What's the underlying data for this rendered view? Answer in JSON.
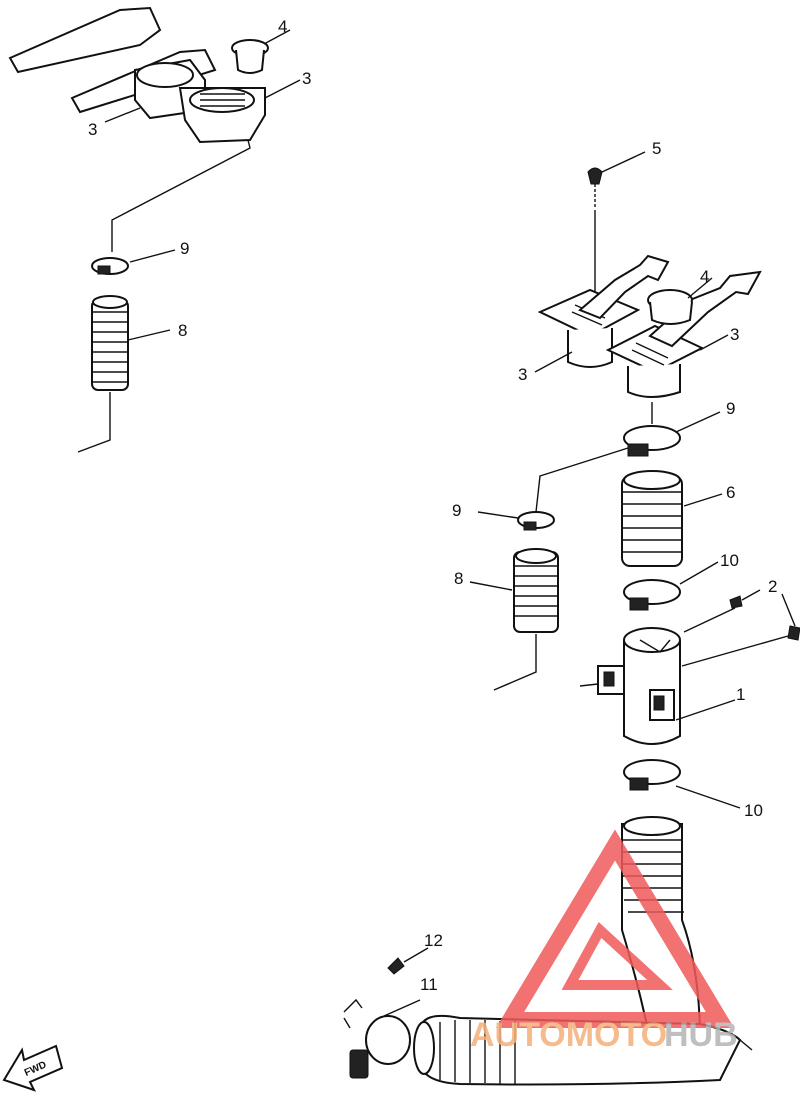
{
  "labels": {
    "l3a": "3",
    "l4a": "4",
    "l3b": "3",
    "l9a": "9",
    "l8a": "8",
    "l5": "5",
    "l4b": "4",
    "l3c": "3",
    "l3d": "3",
    "l9b": "9",
    "l9c": "9",
    "l6": "6",
    "l8b": "8",
    "l10a": "10",
    "l2": "2",
    "l1": "1",
    "l10b": "10",
    "l12": "12",
    "l11": "11"
  },
  "fwd_label": "FWD",
  "watermark": {
    "part1": "AUTOMOTO",
    "part2": "HUB",
    "color1": "#f5b07a",
    "color2": "#b5b5b5",
    "triangle_color": "#f05a5a"
  }
}
